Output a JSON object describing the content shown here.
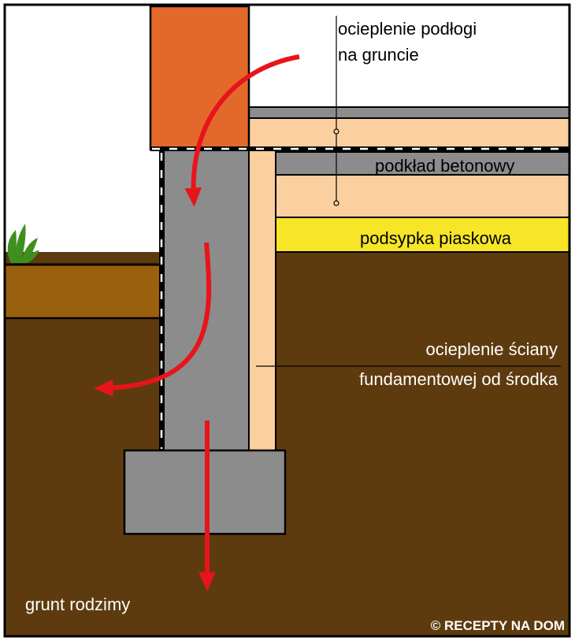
{
  "labels": {
    "floor_insulation_line1": "ocieplenie podłogi",
    "floor_insulation_line2": "na gruncie",
    "concrete_base": "podkład betonowy",
    "sand_fill": "podsypka piaskowa",
    "wall_insulation_line1": "ocieplenie ściany",
    "wall_insulation_line2": "fundamentowej od środka",
    "native_soil": "grunt rodzimy",
    "credit": "© RECEPTY NA DOM"
  },
  "colors": {
    "brick": "#e2692a",
    "concrete": "#8c8c8c",
    "insulation": "#fccfa0",
    "sand": "#f7e528",
    "soil": "#5e3b0f",
    "topsoil": "#9b600e",
    "heat_arrow": "#e8141b",
    "plant": "#3f8f1f",
    "outline": "#000000"
  }
}
